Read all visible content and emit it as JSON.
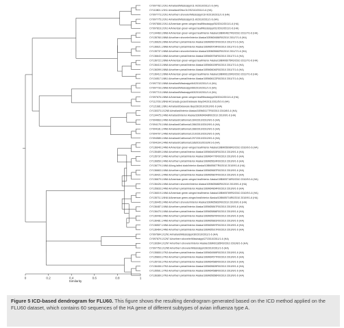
{
  "figure": {
    "axis_title": "Similarity",
    "ticks": [
      "0",
      "0.2",
      "0.4",
      "0.6",
      "0.8",
      "1"
    ],
    "tick_values": [
      0,
      0.2,
      0.4,
      0.6,
      0.8,
      1
    ],
    "leaf_labels": [
      "CY097782.1/1N1 A/mallard/Mississippi/11-9/2010/2011/1-6 (HA)",
      "CY110801.1/1N1 A/mallard/Ohio/11OS2110/2011/1-6 (HA)",
      "CY097773.1/1N1 A/northern shoveler/Mississippi/10-9/2010/2011/1-6 (HA)",
      "CY097775.1/1N1 A/mallard/Mississippi/11-8/2010/2011/1-6 (HA)",
      "CY097808.1/1N1 A/American green-winged teal/Mississippi/30/2010/2011/1-6 (HA)",
      "CY097816.1/1N1 A/American green-winged teal/Mississippi/31/2010/2011/1-6 (HA)",
      "CY134460.1/6N8 A/American green-winged teal/Interior Alaska/10BM04627R0/2010 2011/7/1-6 (HA)",
      "CY135760.1/6N8 A/northern shoveler/Interior Alaska/10BM04684R0/2010 2011/7/1-6 (HA)",
      "CY136626.1/6N8 A/northern pintail/Interior Alaska/10BM05672R0/2010 2011/7/1-6 (HA)",
      "CY136621.1/6N8 A/northern pintail/Interior Alaska/10BM05704R0/2010 2011/7/1-6 (HA)",
      "CY135737.1/6N8 A/northern shoveler/Interior Alaska/10BM05662R0/2010 2011/7/1-6 (HA)",
      "CY136643.1/6N8 A/northern pintail/Interior Alaska/10BM05754R0/2010 2011/7/1-6 (HA)",
      "CY136722.1/6N8 A/American green-winged teal/Interior Alaska/10BM06075R0/2010 2011/7/1-6 (HA)",
      "CY136413.1/6N8 A/northern pintail/Interior Alaska/10BM06159R0/2010 2011/7/1-6 (HA)",
      "CY136399.1/6N8 A/northern pintail/Interior Alaska/10BM06040R0/2010 2011/7/1-6 (HA)",
      "CY136412.1/6N8 A/American green-winged teal/Interior Alaska/10BM06120R0/2010 2011/7/1-6 (HA)",
      "CY134517.1/6N1 A/northern pintail/Interior Alaska/10BM06122R0/2010 2011/7/1-6 (HA)",
      "CY097732.1/6N8 A/mallard/Mississippi/64/2010/2011/1-6 (HA)",
      "CY097733.1/6N8 A/mallard/Mississippi/66/2010/2011/1-6 (HA)",
      "CY097713.1/6N8 A/mallard/Mississippi/63/2010/2011/1-6 (HA)",
      "CY097676.1/6N8 A/American green-winged teal/Mississippi/28/2010/2011/1-6 (HA)",
      "CY112728.1/6N8 A/Canada goose/Delaware Bay/34/2011/2011/5/1-6 (HA)",
      "CY121681.1/6N1 A/mallard/Delaware Bay/28/2010/2010/9/1-6 (HA)",
      "CY130373.1/12N5 A/mallard/Interior Alaska/10BM01177R0/2010 2010/8/1-6 (HA)",
      "CY134475.1/4N6 A/mallard/Interior Alaska/10BM04648R0/2010 2010/9/1-6 (HA)",
      "CY094663.1/4N6 A/mallard/California/1284/2010/2010/9/1-6 (HA)",
      "CY094175.1/4N6 A/mallard/California/1286/2010/2010/9/1-6 (HA)",
      "CY094181.1/4N6 A/mallard/California/1288/2010/2010/9/1-6 (HA)",
      "CY094707.1/4N6 A/mallard/California/1210/2010/2010/9/1-6 (HA)",
      "CY094585.1/4N6 A/mallard/California/1297/2010/2010/9/1-6 (HA)",
      "CY094164.1/4N6 A/mallard/California/1186/2010/2010/9/1-6 (HA)",
      "CY136040.1/4N6 A/American green-winged teal/Interior Alaska/10BM05698R0/2010 2010/9/1-6 (HA)",
      "CY135489.1/4N6 A/northern pintail/Interior Alaska/10BM04815R0/2010 2010/9/1-6 (HA)",
      "CY135737.1/4N6 A/northern pintail/Interior Alaska/10BM04770R0/2010 2010/9/1-6 (HA)",
      "CY136659.1/4N6 A/northern pintail/Interior Alaska/10BM05624R0/2010 2010/9/1-6 (HA)",
      "CY136779.1/4N6 A/long-tailed duck/Interior Alaska/10BM05877R0/2010 2010/9/1-6 (HA)",
      "CY136663.1/4N6 A/northern pintail/Interior Alaska/10BM05687R0/2010 2010/9/1-6 (HA)",
      "CY136421.1/4N6 A/northern pintail/Interior Alaska/10BM05807R0/2010 2010/9/1-6 (HA)",
      "CY136679.1/4N6 A/American green-winged teal/Interior Alaska/10BM05716R0/2010 2010/9/1-6 (HA)",
      "CY136426.1/4N6 A/northern shoveler/Interior Alaska/10BM05680R0/2010 2010/9/1-6 (HA)",
      "CY135833.1/4N6 A/northern pintail/Interior Alaska/10BM04804R0/2010 2010/9/1-6 (HA)",
      "CY136019.1/4N6 A/American green-winged teal/Interior Alaska/10BM05789R0/2010 2010/9/1-6 (HA)",
      "CY135711.1/4N6 A/American green-winged teal/Interior Alaska/10BM05716R0/2010 2010/9/1-6 (HA)",
      "CY136445.1/4N6 A/northern shoveler/Interior Alaska/10BM05802R0/2010 2010/9/1-6 (HA)",
      "CY136487.1/4N6 A/northern pintail/Interior Alaska/10BM05847R0/2010 2010/9/1-6 (HA)",
      "CY136470.1/4N6 A/northern pintail/Interior Alaska/10BM05866R0/2010 2010/9/1-6 (HA)",
      "CY136448.1/4N6 A/northern pintail/Interior Alaska/10BM05870R0/2010 2010/9/1-6 (HA)",
      "CY136481.1/4N6 A/northern pintail/Interior Alaska/10BM05881R0/2010 2010/9/1-6 (HA)",
      "CY136507.1/4N6 A/northern pintail/Interior Alaska/10BM05897R0/2010 2010/9/1-6 (HA)",
      "CY136464.1/4N6 A/northern pintail/Interior Alaska/10BM05917R0/2010 2010/9/1-6 (HA)",
      "CY097684.1/12N1 A/mallard/Mississippi/30/2010/2011/1-6 (HA)",
      "CY097679.1/12N7 A/northern shoveler/Mississippi/27/2010/2011/1-6 (HA)",
      "CY130364.1/12N7 A/northern shoveler/Interior Alaska/10BM01185R0/2010 2010/8/1-6 (HA)",
      "CY097753.1/12N5 A/northern shoveler/Mississippi/28/2010/2011/1-6 (HA)",
      "CY135800.1/7N3 A/northern pintail/Interior Alaska/10BM04569R0/2010 2010/9/1-6 (HA)",
      "CY135803.1/7N3 A/northern pintail/Interior Alaska/10BM04577R0/2010 2010/9/1-6 (HA)",
      "CY135728.1/7N3 A/northern pintail/Interior Alaska/10BM04580R0/2010 2010/9/1-6 (HA)",
      "CY136408.1/7N3 A/northern pintail/Interior Alaska/10BM05609R0/2010 2010/9/1-6 (HA)",
      "CY135501.1/7N3 A/northern pintail/Interior Alaska/10BM04588R0/2010 2010/9/1-6 (HA)",
      "CY136389.1/7N3 A/northern pintail/Interior Alaska/10BM05656R0/2010 2010/9/1-6 (HA)"
    ]
  },
  "caption": {
    "title": "Figure 5 ICD-based dendrogram for FLU60.",
    "body": " This figure shows the resulting dendrogram generated based on the ICD method applied on the FLU60 dataset, which contains 60 sequences of the HA gene of different subtypes of avian influenza type A."
  }
}
